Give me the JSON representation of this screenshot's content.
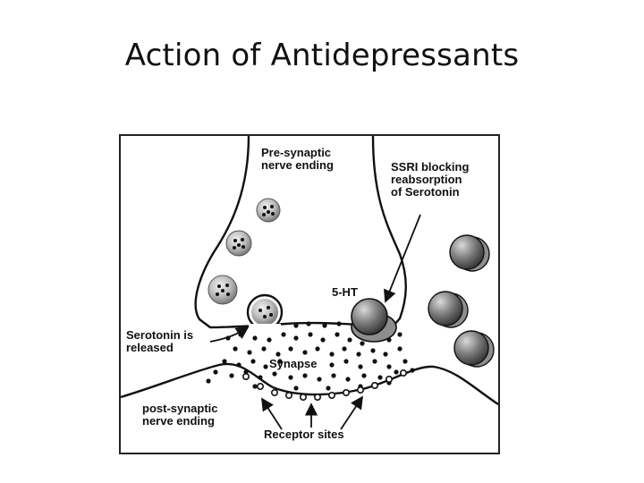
{
  "slide": {
    "title": "Action of Antidepressants"
  },
  "diagram": {
    "labels": {
      "presynaptic_line1": "Pre-synaptic",
      "presynaptic_line2": "nerve ending",
      "ssri_line1": "SSRI blocking",
      "ssri_line2": "reabsorption",
      "ssri_line3": "of Serotonin",
      "five_ht": "5-HT",
      "released_line1": "Serotonin is",
      "released_line2": "released",
      "synapse": "Synapse",
      "postsynaptic_line1": "post-synaptic",
      "postsynaptic_line2": "nerve ending",
      "receptor_sites": "Receptor sites"
    }
  }
}
